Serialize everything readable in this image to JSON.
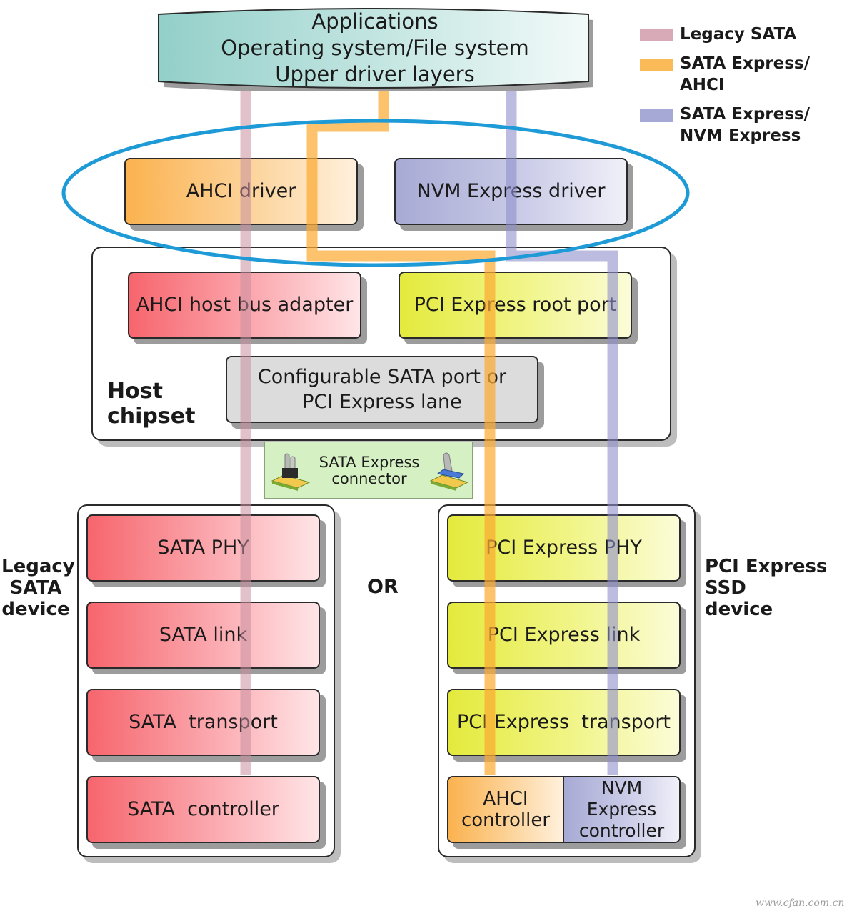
{
  "applications_box": {
    "lines": "Applications\nOperating system/File system\nUpper driver layers"
  },
  "legend": {
    "legacy_sata": "Legacy SATA",
    "sata_express_ahci": "SATA Express/\nAHCI",
    "sata_express_nvme": "SATA Express/\nNVM Express",
    "colors": {
      "legacy_sata": "#d8a9b6",
      "sata_express_ahci": "#fbba58",
      "sata_express_nvme": "#a6a8d6"
    }
  },
  "drivers": {
    "ahci": "AHCI driver",
    "nvme": "NVM Express driver",
    "highlight_color": "#1e9ad6"
  },
  "host_chipset": {
    "label": "Host\nchipset",
    "ahci_hba": "AHCI host bus adapter",
    "pcie_root_port": "PCI Express root port",
    "configurable_port": "Configurable SATA port or\nPCI Express lane"
  },
  "connector": {
    "label": "SATA Express\nconnector"
  },
  "separator": "OR",
  "legacy_device": {
    "label": "Legacy\nSATA\ndevice",
    "layers": [
      "SATA PHY",
      "SATA link",
      "SATA  transport",
      "SATA  controller"
    ]
  },
  "pcie_device": {
    "label": "PCI Express\nSSD\ndevice",
    "layers": [
      "PCI Express PHY",
      "PCI Express link",
      "PCI Express  transport"
    ],
    "ahci_controller": "AHCI\ncontroller",
    "nvme_controller": "NVM Express\ncontroller"
  },
  "watermark": "www.cfan.com.cn"
}
